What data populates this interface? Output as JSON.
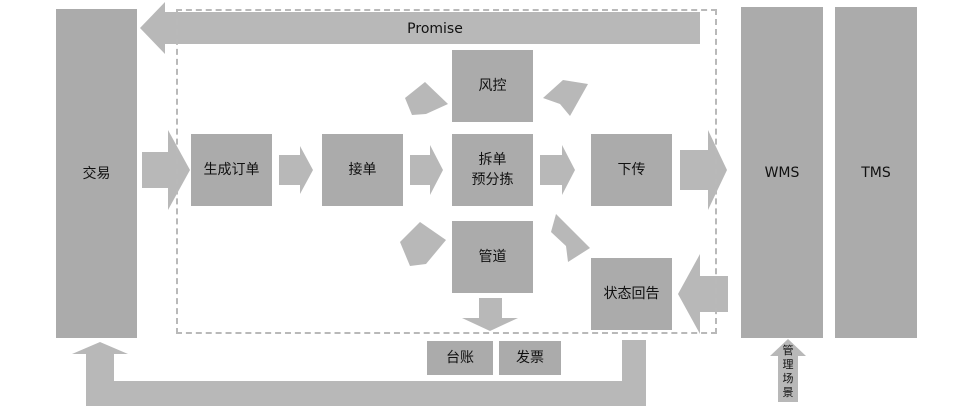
{
  "colors": {
    "box": "#ababab",
    "arrow": "#b8b8b8",
    "border": "#b9b9b9",
    "text": "#111111"
  },
  "nodes": {
    "jiaoyi": "交易",
    "shengcheng": "生成订单",
    "jiedan": "接单",
    "chaidan": "拆单",
    "yufenjian": "预分拣",
    "fengkong": "风控",
    "guandao": "管道",
    "xiachuan": "下传",
    "zhuangtai": "状态回告",
    "wms": "WMS",
    "tms": "TMS",
    "taizhang": "台账",
    "fapiao": "发票",
    "promise": "Promise"
  },
  "vertical_label": [
    "管",
    "理",
    "场",
    "景"
  ]
}
